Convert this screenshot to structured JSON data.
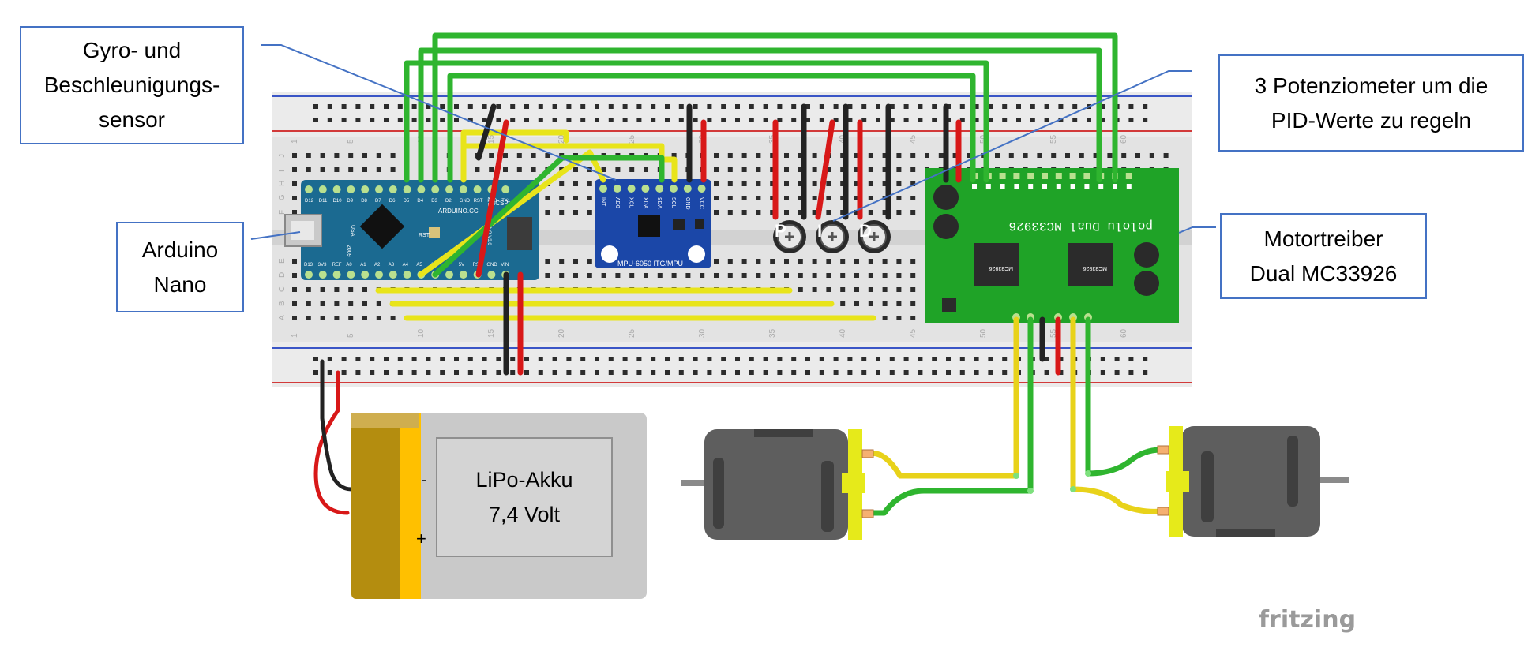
{
  "labels": {
    "gyro": "Gyro- und\nBeschleunigungs-\nsensor",
    "arduino": "Arduino\nNano",
    "poti": "3 Potenziometer um die\nPID-Werte zu regeln",
    "motor_driver": "Motortreiber\nDual MC33926",
    "battery": "LiPo-Akku\n7,4 Volt"
  },
  "battery_terminals": {
    "minus": "-",
    "plus": "+"
  },
  "poti_letters": [
    "P",
    "I",
    "D"
  ],
  "mpu_label": "MPU-6050 ITG/MPU",
  "mpu_pins": [
    "INT",
    "AD0",
    "XCL",
    "XDA",
    "SDA",
    "SCL",
    "GND",
    "VCC"
  ],
  "nano_top_pins": [
    "D12",
    "D11",
    "D10",
    "D9",
    "D8",
    "D7",
    "D6",
    "D5",
    "D4",
    "D3",
    "D2",
    "GND",
    "RST",
    "RX0",
    "TX1"
  ],
  "nano_bottom_pins": [
    "D13",
    "3V3",
    "REF",
    "A0",
    "A1",
    "A2",
    "A3",
    "A4",
    "A5",
    "A6",
    "A7",
    "5V",
    "RST",
    "GND",
    "VIN"
  ],
  "nano_text": {
    "brand": "ARDUINO.CC",
    "year": "2009",
    "country": "USA",
    "model": "ARDUINO NANO V3.0",
    "icsp": "ICSP",
    "rst": "RST"
  },
  "driver_text": {
    "title": "pololu Dual MC33926",
    "chip": "MC33926"
  },
  "breadboard_numbers": [
    "1",
    "5",
    "10",
    "15",
    "20",
    "25",
    "30",
    "35",
    "40",
    "45",
    "50",
    "55",
    "60"
  ],
  "breadboard_rows_top": [
    "J",
    "I",
    "H",
    "G",
    "F"
  ],
  "breadboard_rows_bottom": [
    "E",
    "D",
    "C",
    "B",
    "A"
  ],
  "wire_colors": {
    "green": "#2fb52f",
    "yellow": "#e8e41a",
    "red": "#d81818",
    "black": "#222222",
    "callout_border": "#4472c4",
    "nano_blue": "#1b6a91",
    "mpu_blue": "#1b47a8",
    "driver_green": "#1fa327"
  },
  "watermark": "fritzing"
}
